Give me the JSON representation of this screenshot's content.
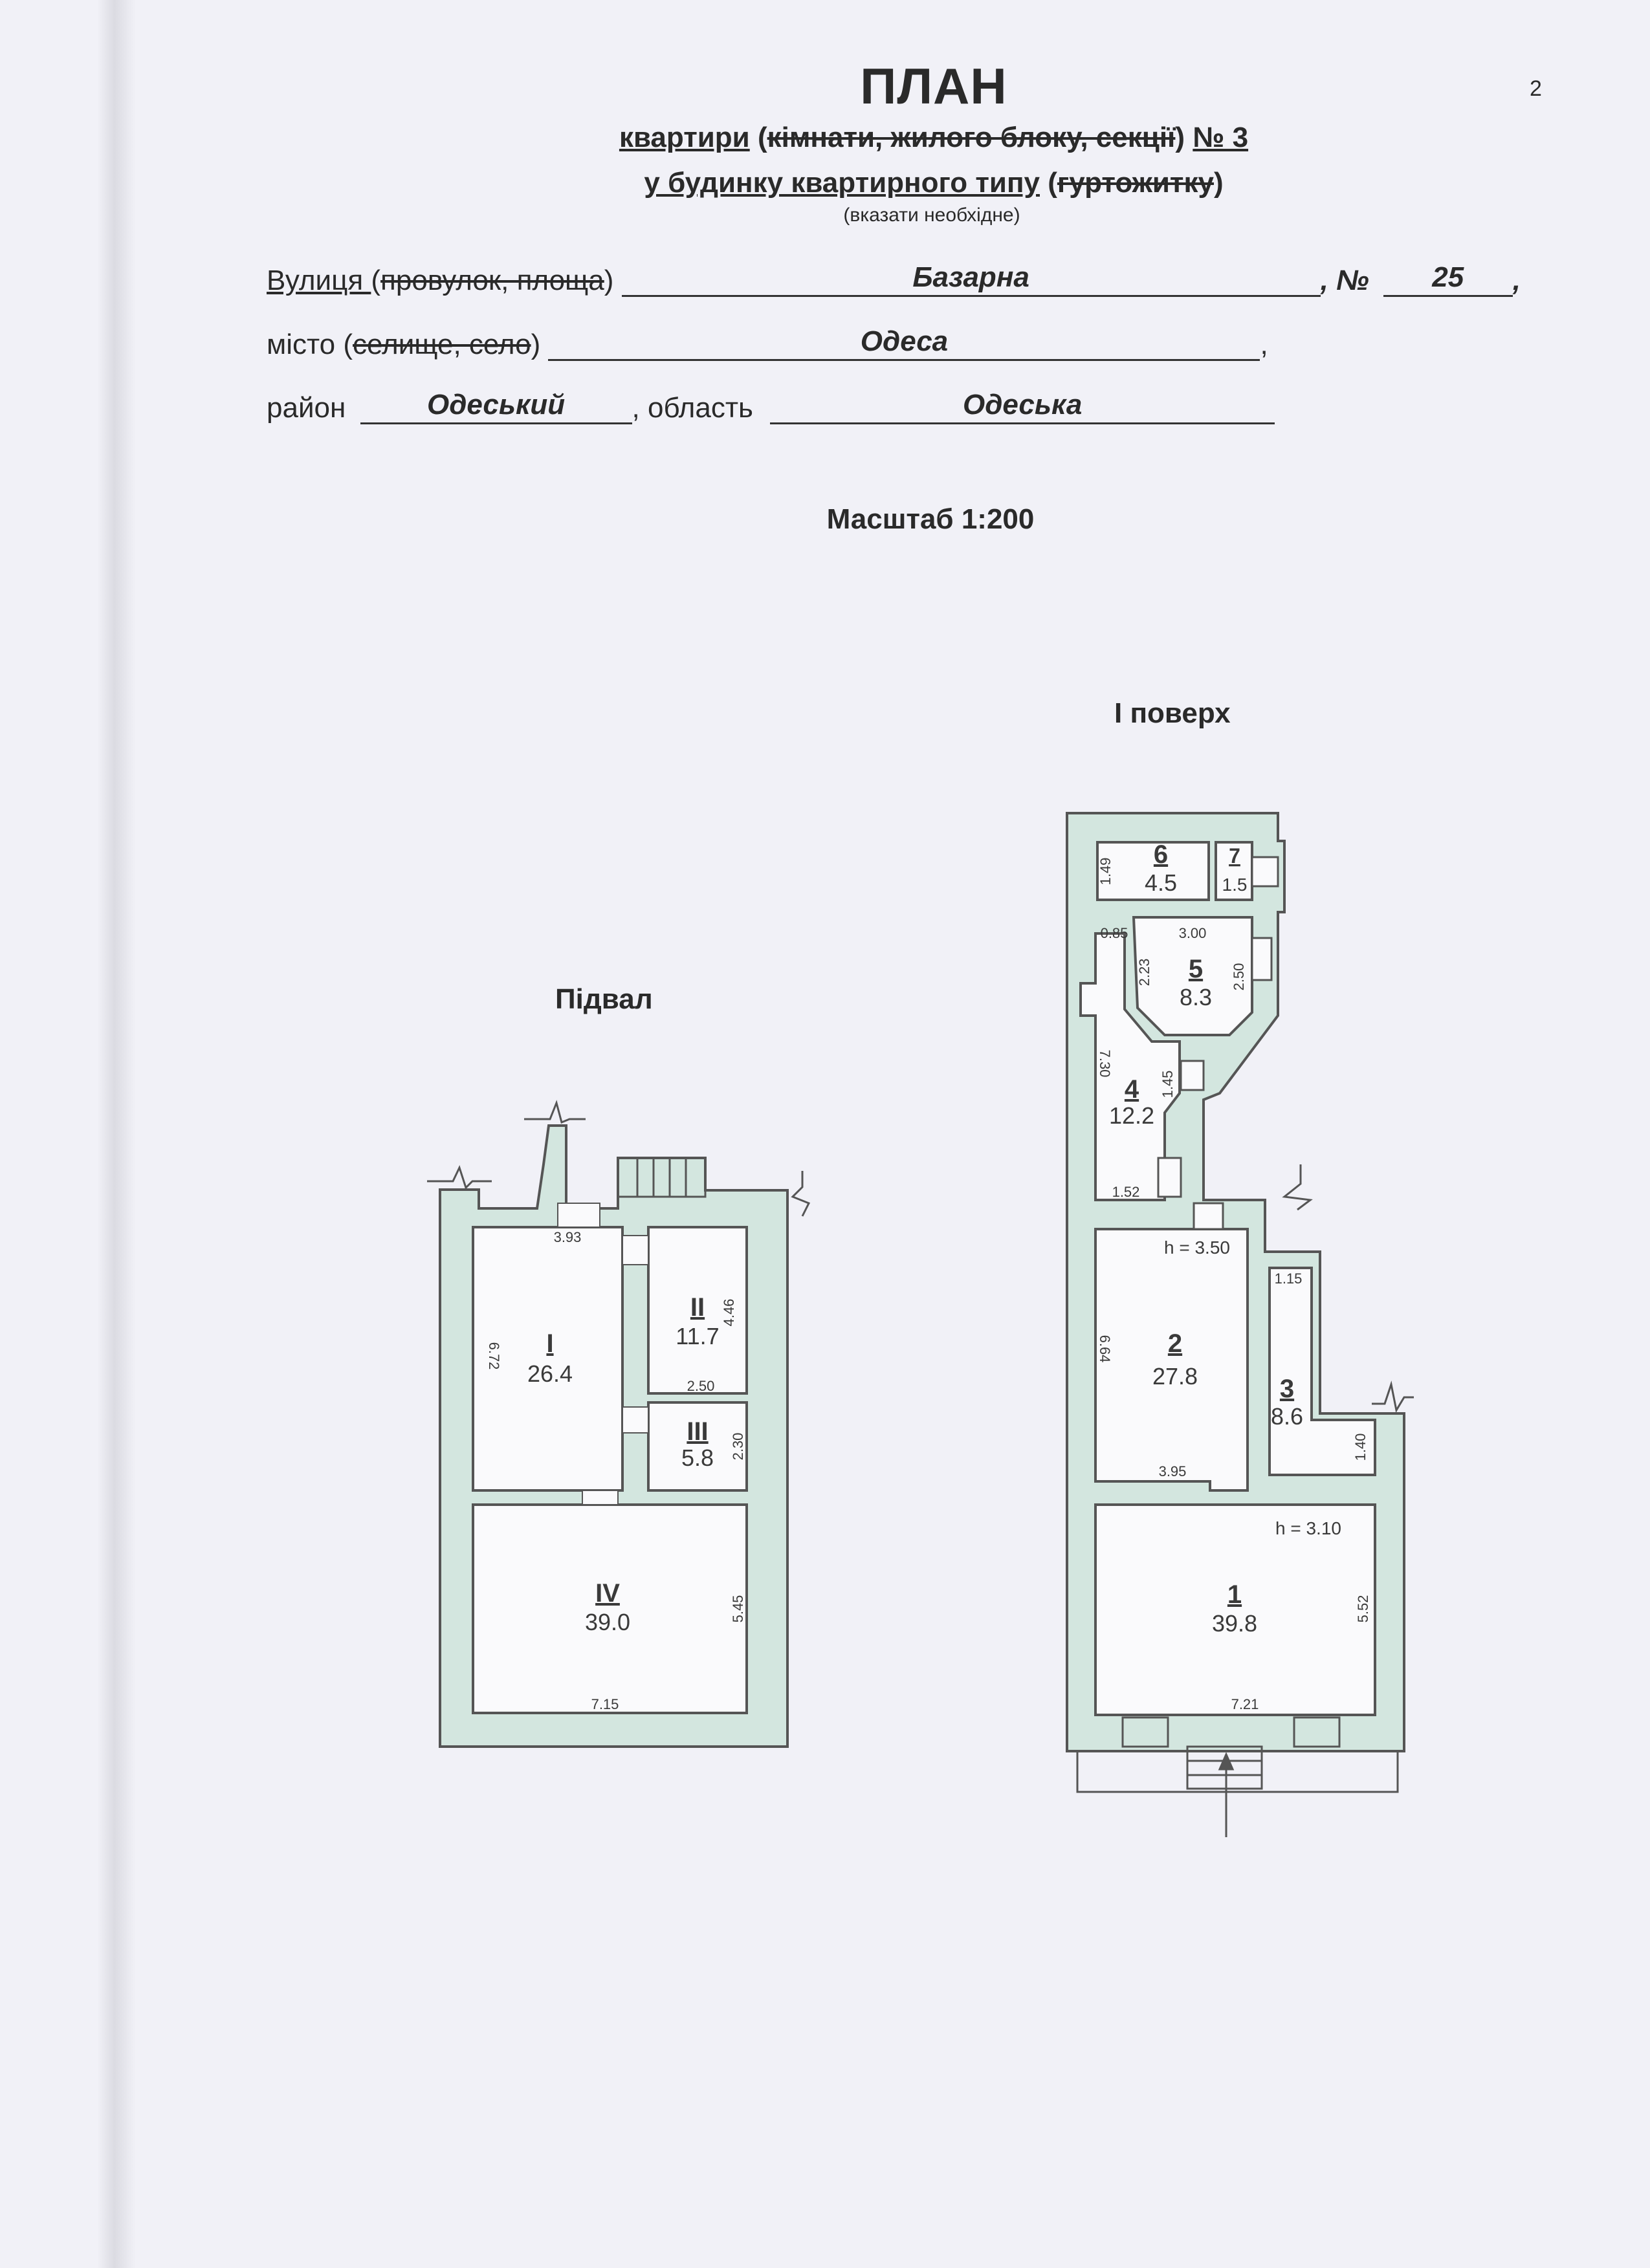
{
  "header": {
    "title": "ПЛАН",
    "page_number": "2",
    "line1": {
      "a": "квартири",
      "b": " (",
      "c": "кімнати, жилого блоку, секції",
      "d": ") ",
      "e": "№ 3"
    },
    "line2": {
      "a": "у будинку квартирного типу",
      "b": " (",
      "c": "гуртожитку",
      "d": ")"
    },
    "hint": "(вказати необхідне)"
  },
  "address": {
    "street_label": "Вулиця ",
    "street_open": "(",
    "street_struck": "провулок, площа",
    "street_close": ")",
    "street_value": "Базарна",
    "number_label": ", №",
    "number_value": "25",
    "comma": ",",
    "city_label": "місто (",
    "city_struck": "селище, село",
    "city_close": ")",
    "city_value": "Одеса",
    "district_label": "район",
    "district_value": "Одеський",
    "region_label": ", область",
    "region_value": "Одеська"
  },
  "scale": "Масштаб 1:200",
  "basement": {
    "label": "Підвал",
    "rooms": [
      {
        "number": "I",
        "area": "26.4"
      },
      {
        "number": "II",
        "area": "11.7"
      },
      {
        "number": "III",
        "area": "5.8"
      },
      {
        "number": "IV",
        "area": "39.0"
      }
    ],
    "dims": [
      "3.93",
      "6.72",
      "4.46",
      "2.50",
      "2.30",
      "5.45",
      "7.15"
    ]
  },
  "floor1": {
    "label": "I поверх",
    "rooms": [
      {
        "number": "1",
        "area": "39.8"
      },
      {
        "number": "2",
        "area": "27.8"
      },
      {
        "number": "3",
        "area": "8.6"
      },
      {
        "number": "4",
        "area": "12.2"
      },
      {
        "number": "5",
        "area": "8.3"
      },
      {
        "number": "6",
        "area": "4.5"
      },
      {
        "number": "7",
        "area": "1.5"
      }
    ],
    "dims": [
      "1.49",
      "0.85",
      "3.00",
      "2.23",
      "2.50",
      "7.30",
      "1.45",
      "1.52",
      "1.15",
      "6.64",
      "1.40",
      "3.95",
      "5.52",
      "7.21"
    ],
    "heights": [
      "h = 3.50",
      "h = 3.10"
    ]
  },
  "colors": {
    "wall": "#d3e6df",
    "paper": "#f1f1f7",
    "line": "#555555"
  }
}
